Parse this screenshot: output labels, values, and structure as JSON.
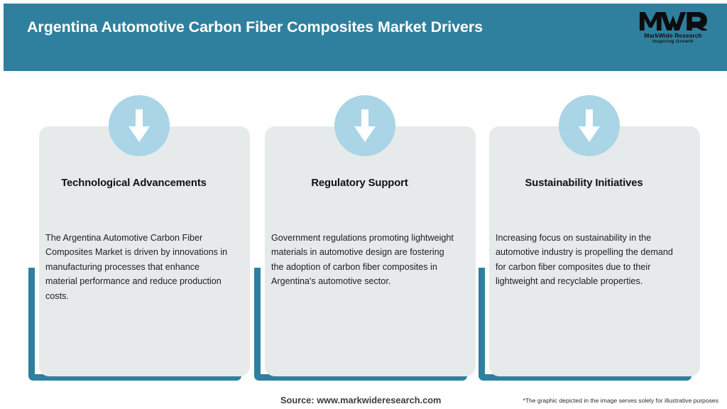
{
  "header": {
    "title": "Argentina Automotive Carbon Fiber Composites Market Drivers",
    "band_color": "#2f809e",
    "title_color": "#ffffff"
  },
  "logo": {
    "monogram": "MWR",
    "name": "MarkWide Research",
    "tagline": "Inspiring Growth"
  },
  "cards": [
    {
      "icon": "down-arrow-icon",
      "title": "Technological Advancements",
      "description": "The Argentina Automotive Carbon Fiber Composites Market is driven by innovations in manufacturing processes that enhance material performance and reduce production costs."
    },
    {
      "icon": "down-arrow-icon",
      "title": "Regulatory Support",
      "description": "Government regulations promoting lightweight materials in automotive design are fostering the adoption of carbon fiber composites in Argentina's automotive sector."
    },
    {
      "icon": "down-arrow-icon",
      "title": "Sustainability Initiatives",
      "description": "Increasing focus on sustainability in the automotive industry is propelling the demand for carbon fiber composites due to their lightweight and recyclable properties."
    }
  ],
  "footer": {
    "source": "Source: www.markwideresearch.com",
    "disclaimer": "*The graphic depicted in the image serves solely for illustrative purposes"
  },
  "colors": {
    "teal": "#2f809e",
    "card_gray": "#e7eaeb",
    "icon_circle_blue": "#a9d5e6",
    "arrow_white": "#ffffff"
  }
}
